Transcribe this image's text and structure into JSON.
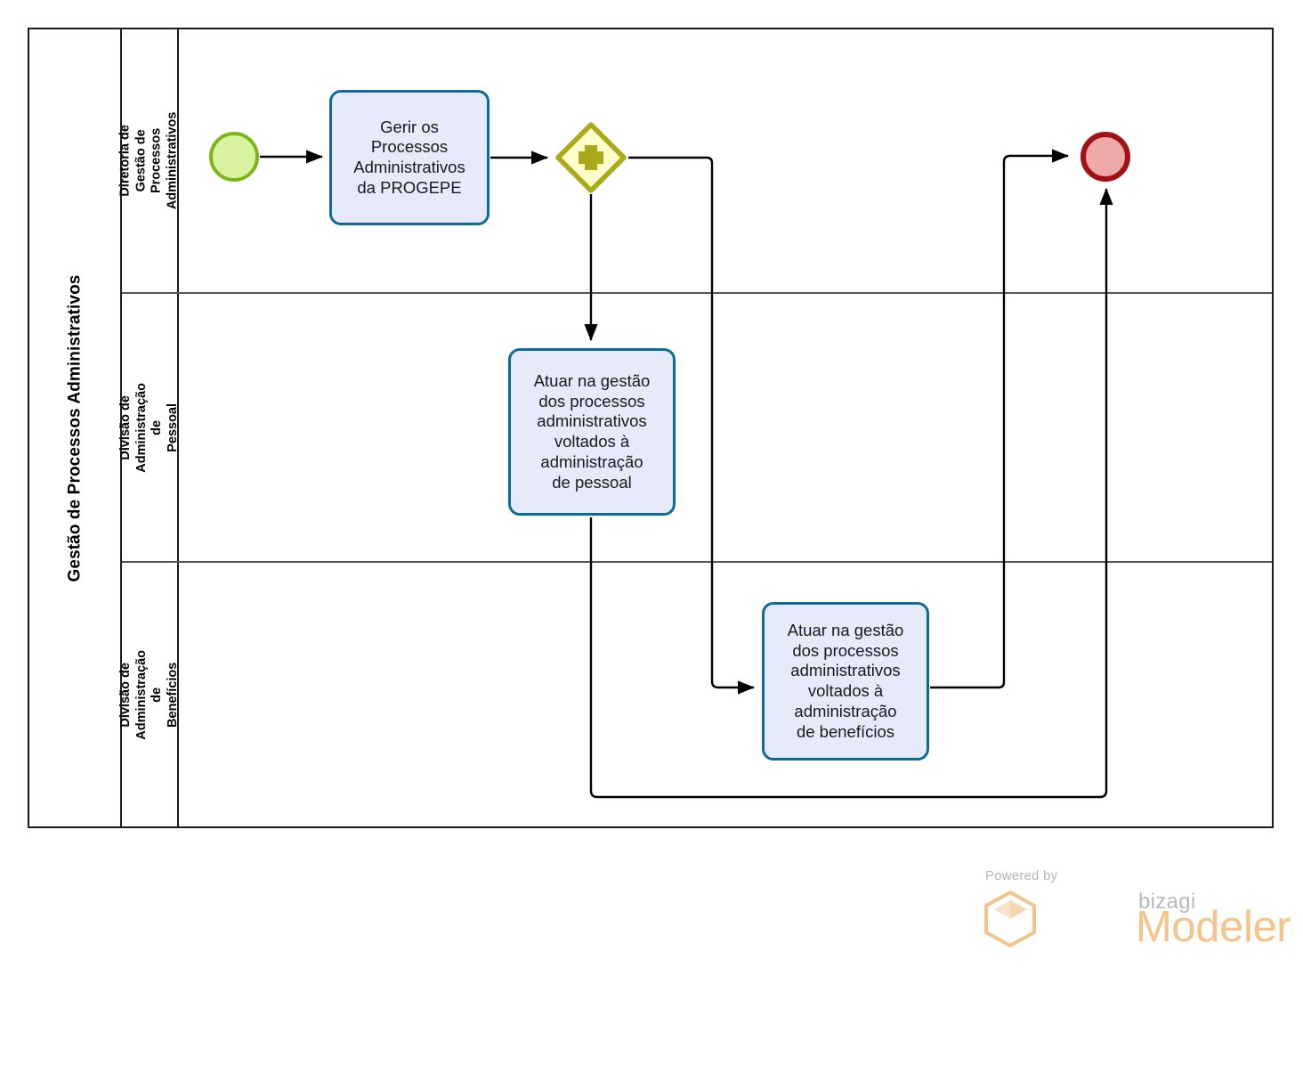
{
  "diagram": {
    "type": "bpmn-process",
    "pool": {
      "name": "Gestão de Processos Administrativos"
    },
    "lanes": [
      {
        "id": "lane-diretoria",
        "name": "Diretoria de Gestão de\nProcessos Administrativos"
      },
      {
        "id": "lane-pessoal",
        "name": "Divisão de Administração de\nPessoal"
      },
      {
        "id": "lane-beneficios",
        "name": "Divisão de Administração de\nBenefícios"
      }
    ],
    "events": [
      {
        "id": "start-event",
        "kind": "start",
        "label": "",
        "lane": "lane-diretoria"
      },
      {
        "id": "end-event",
        "kind": "end",
        "label": "",
        "lane": "lane-diretoria"
      }
    ],
    "gateways": [
      {
        "id": "parallel-gateway",
        "kind": "parallel",
        "symbol": "+",
        "label": "",
        "lane": "lane-diretoria"
      }
    ],
    "tasks": [
      {
        "id": "task-gerir-processos",
        "label": "Gerir os\nProcessos\nAdministrativos\nda PROGEPE",
        "lane": "lane-diretoria"
      },
      {
        "id": "task-gestao-pessoal",
        "label": "Atuar na gestão\ndos processos\nadministrativos\nvoltados à\nadministração\nde pessoal",
        "lane": "lane-pessoal"
      },
      {
        "id": "task-gestao-beneficios",
        "label": "Atuar na gestão\ndos processos\nadministrativos\nvoltados à\nadministração\nde benefícios",
        "lane": "lane-beneficios"
      }
    ],
    "flows": [
      {
        "id": "flow-start-to-gerir",
        "from": "start-event",
        "to": "task-gerir-processos",
        "label": ""
      },
      {
        "id": "flow-gerir-to-gateway",
        "from": "task-gerir-processos",
        "to": "parallel-gateway",
        "label": ""
      },
      {
        "id": "flow-gateway-to-pessoal",
        "from": "parallel-gateway",
        "to": "task-gestao-pessoal",
        "label": ""
      },
      {
        "id": "flow-gateway-to-beneficios",
        "from": "parallel-gateway",
        "to": "task-gestao-beneficios",
        "label": ""
      },
      {
        "id": "flow-beneficios-to-end",
        "from": "task-gestao-beneficios",
        "to": "end-event",
        "label": ""
      },
      {
        "id": "flow-pessoal-to-end",
        "from": "task-gestao-pessoal",
        "to": "end-event",
        "label": ""
      }
    ]
  },
  "footer": {
    "powered_by": "Powered by",
    "brand": "bizagi",
    "product": "Modeler"
  },
  "colors": {
    "task_fill": "#E6EAFB",
    "task_border": "#0D6B9B",
    "start_fill": "#D9F2A0",
    "start_border": "#7CB518",
    "end_fill": "#EFA9A9",
    "end_border": "#A01216",
    "gateway_fill": "#FFFFCC",
    "gateway_border": "#A9A919",
    "pool_border": "#1a1a1a",
    "lane_divider": "#555555",
    "flow_line": "#000000",
    "logo_orange": "#F4C48B",
    "logo_gray": "#B9B9B9"
  }
}
